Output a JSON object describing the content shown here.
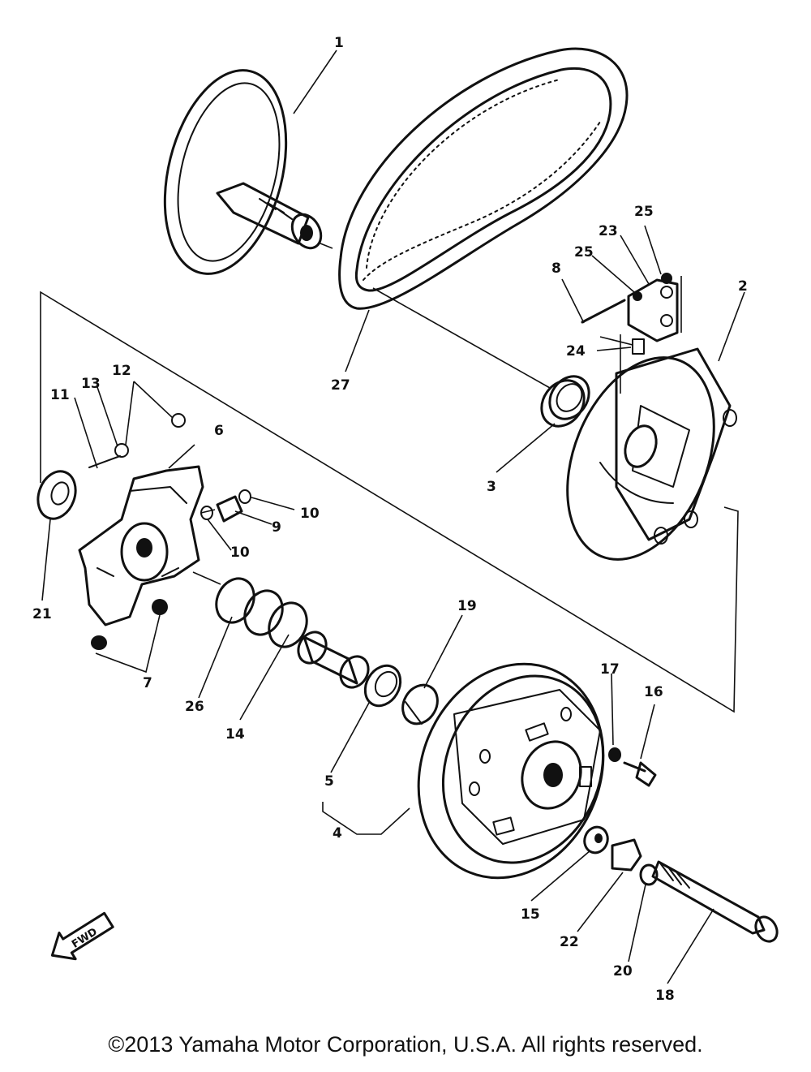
{
  "copyright": "©2013 Yamaha Motor Corporation, U.S.A. All rights reserved.",
  "fwd_label": "FWD",
  "callouts": {
    "c1": "1",
    "c2": "2",
    "c3": "3",
    "c4": "4",
    "c5": "5",
    "c6": "6",
    "c7": "7",
    "c8": "8",
    "c9": "9",
    "c10a": "10",
    "c10b": "10",
    "c11": "11",
    "c12": "12",
    "c13": "13",
    "c14": "14",
    "c15": "15",
    "c16": "16",
    "c17": "17",
    "c18": "18",
    "c19": "19",
    "c20": "20",
    "c21": "21",
    "c22": "22",
    "c23": "23",
    "c24": "24",
    "c25a": "25",
    "c25b": "25",
    "c26": "26",
    "c27": "27"
  }
}
